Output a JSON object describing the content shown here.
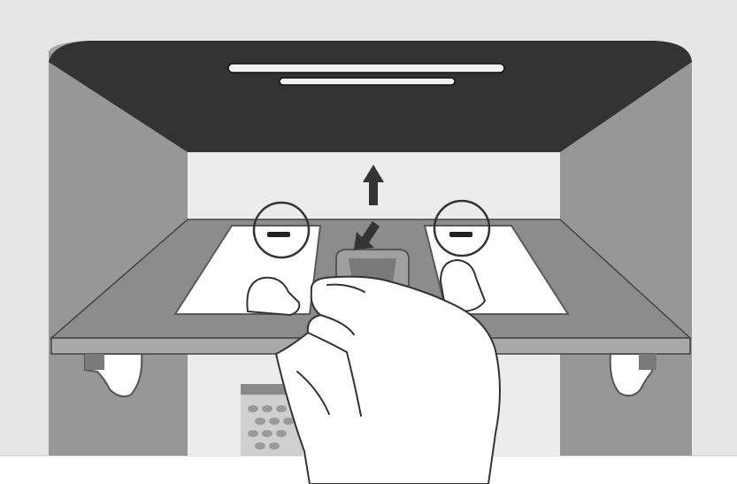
{
  "illustration": {
    "subject": "refrigerator-dispenser-tray-removal",
    "colors": {
      "cabinet_outer": "#e6e6e6",
      "cabinet_wall_dark": "#979797",
      "cabinet_wall_mid": "#a6a6a6",
      "ceiling_dark": "#333333",
      "back_wall": "#ececec",
      "tray_top": "#8c8c8c",
      "tray_front": "#a9a9a9",
      "slot_white": "#ffffff",
      "arrow": "#333333",
      "hand_fill": "#ffffff",
      "outline": "#333333",
      "highlight_circle": "#333333"
    },
    "icons": [
      "up-arrow-icon",
      "down-arrow-icon",
      "highlight-circle-left",
      "highlight-circle-right"
    ]
  }
}
